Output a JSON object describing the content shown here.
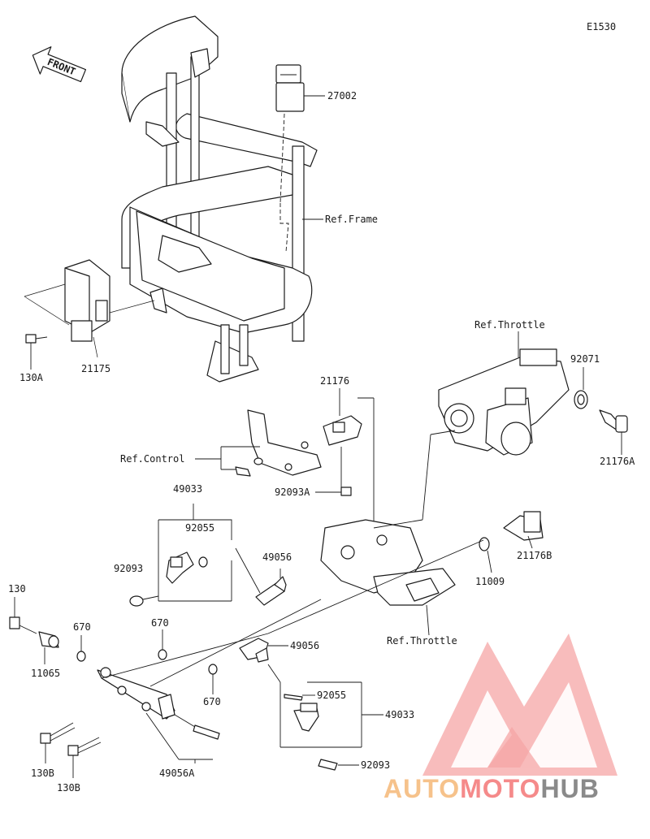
{
  "diagram_code": "E1530",
  "front_label": "FRONT",
  "labels": {
    "p27002": "27002",
    "ref_frame": "Ref.Frame",
    "p130A": "130A",
    "p21175": "21175",
    "ref_throttle_top": "Ref.Throttle",
    "p92071": "92071",
    "p21176A": "21176A",
    "p21176": "21176",
    "ref_control": "Ref.Control",
    "p92093A": "92093A",
    "p49033_top": "49033",
    "p92055_top": "92055",
    "p92093_top": "92093",
    "p49056_top": "49056",
    "p21176B": "21176B",
    "p11009": "11009",
    "p130": "130",
    "p670_a": "670",
    "p670_b": "670",
    "p11065": "11065",
    "ref_throttle_bottom": "Ref.Throttle",
    "p49056_mid": "49056",
    "p670_c": "670",
    "p92055_bottom": "92055",
    "p49033_bottom": "49033",
    "p130B_a": "130B",
    "p130B_b": "130B",
    "p49056A": "49056A",
    "p92093_bottom": "92093"
  },
  "watermark": {
    "auto": "AUTO",
    "moto": "MOTO",
    "hub": "HUB",
    "colors": {
      "auto": "#f6c28b",
      "moto": "#f58a8a",
      "hub": "#8a8a8a",
      "logo": "#f28b8b"
    }
  }
}
